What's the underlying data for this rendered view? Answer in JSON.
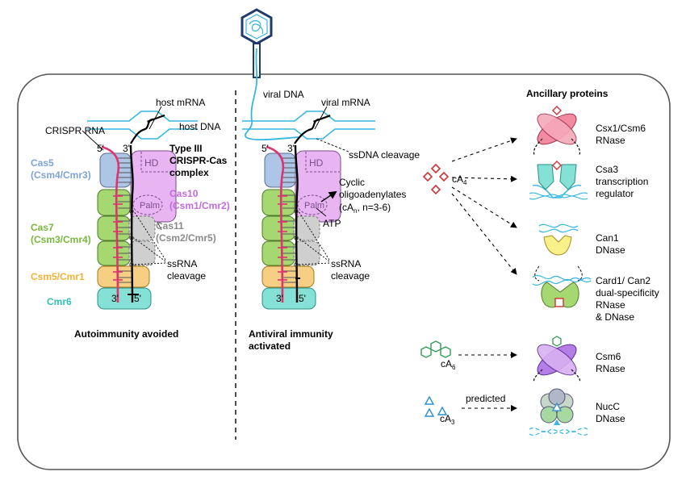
{
  "colors": {
    "cas5": "#9bb7dc",
    "cas10": "#d78be6",
    "cas7": "#8dc64a",
    "cas11": "#9a9a9a",
    "csm5": "#f2b233",
    "cmr6": "#39d0c0",
    "crispr_rna": "#e0336f",
    "viral_dna": "#35b6e0",
    "ca4": "#d0333a",
    "ca6": "#2e9e52",
    "ca3": "#2a8fd0"
  },
  "icons": [
    "bacteriophage-icon",
    "hexagon-icon",
    "diamond-icon",
    "triangle-icon"
  ],
  "left": {
    "crispr_rna": "CRISPR RNA",
    "host_mrna": "host mRNA",
    "host_dna": "host DNA",
    "five_prime": "5'",
    "three_prime": "3'",
    "hd": "HD",
    "palm": "Palm",
    "type_iii_1": "Type III",
    "type_iii_2": "CRISPR-Cas",
    "type_iii_3": "complex",
    "cas5_1": "Cas5",
    "cas5_2": "(Csm4/Cmr3)",
    "cas10_1": "Cas10",
    "cas10_2": "(Csm1/Cmr2)",
    "cas7_1": "Cas7",
    "cas7_2": "(Csm3/Cmr4)",
    "cas11_1": "Cas11",
    "cas11_2": "(Csm2/Cmr5)",
    "csm5": "Csm5/Cmr1",
    "cmr6": "Cmr6",
    "ssrna_1": "ssRNA",
    "ssrna_2": "cleavage",
    "bottom_3": "3'",
    "bottom_5": "5'",
    "caption": "Autoimmunity avoided"
  },
  "middle": {
    "viral_dna": "viral DNA",
    "viral_mrna": "viral mRNA",
    "ssdna": "ssDNA cleavage",
    "five_prime": "5'",
    "three_prime": "3'",
    "hd": "HD",
    "palm": "Palm",
    "cyclic_1": "Cyclic",
    "cyclic_2": "oligoadenylates",
    "cyclic_3a": "(cA",
    "cyclic_3b": "n",
    "cyclic_3c": ", n=3-6)",
    "atp": "ATP",
    "ssrna_1": "ssRNA",
    "ssrna_2": "cleavage",
    "bottom_3": "3'",
    "bottom_5": "5'",
    "caption_1": "Antiviral immunity",
    "caption_2": "activated"
  },
  "right": {
    "title": "Ancillary proteins",
    "ca4_a": "cA",
    "ca4_b": "4",
    "ca6_a": "cA",
    "ca6_b": "6",
    "ca3_a": "cA",
    "ca3_b": "3",
    "predicted": "predicted",
    "csx1_1": "Csx1/Csm6",
    "csx1_2": "RNase",
    "csa3_1": "Csa3",
    "csa3_2": "transcription",
    "csa3_3": "regulator",
    "can1_1": "Can1",
    "can1_2": "DNase",
    "card1_1": "Card1/ Can2",
    "card1_2": "dual-specificity",
    "card1_3": "RNase",
    "card1_4": "& DNase",
    "csm6_1": "Csm6",
    "csm6_2": "RNase",
    "nucc_1": "NucC",
    "nucc_2": "DNase"
  }
}
